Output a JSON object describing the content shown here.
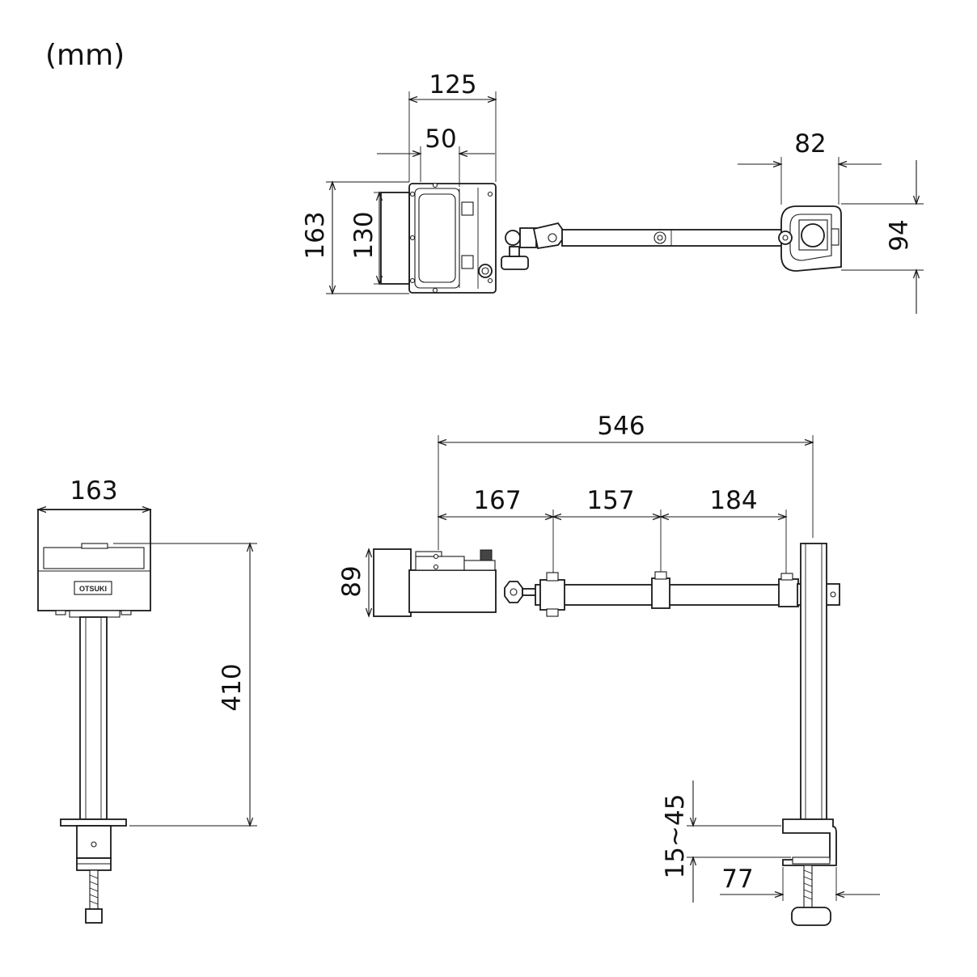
{
  "unit": "(mm)",
  "views": {
    "top": {
      "dim_width_overall": "125",
      "dim_width_inner": "50",
      "dim_height_overall": "163",
      "dim_height_inner": "130",
      "dim_clamp_width": "82",
      "dim_clamp_depth": "94"
    },
    "front": {
      "dim_width": "163",
      "dim_height": "410",
      "logo": "OTSUKI"
    },
    "side": {
      "dim_reach_total": "546",
      "dim_segment_1": "167",
      "dim_segment_2": "157",
      "dim_segment_3": "184",
      "dim_head_height": "89",
      "dim_clamp_thickness": "15~45",
      "dim_clamp_depth": "77"
    }
  },
  "colors": {
    "line": "#1a1a1a",
    "background": "#ffffff"
  }
}
